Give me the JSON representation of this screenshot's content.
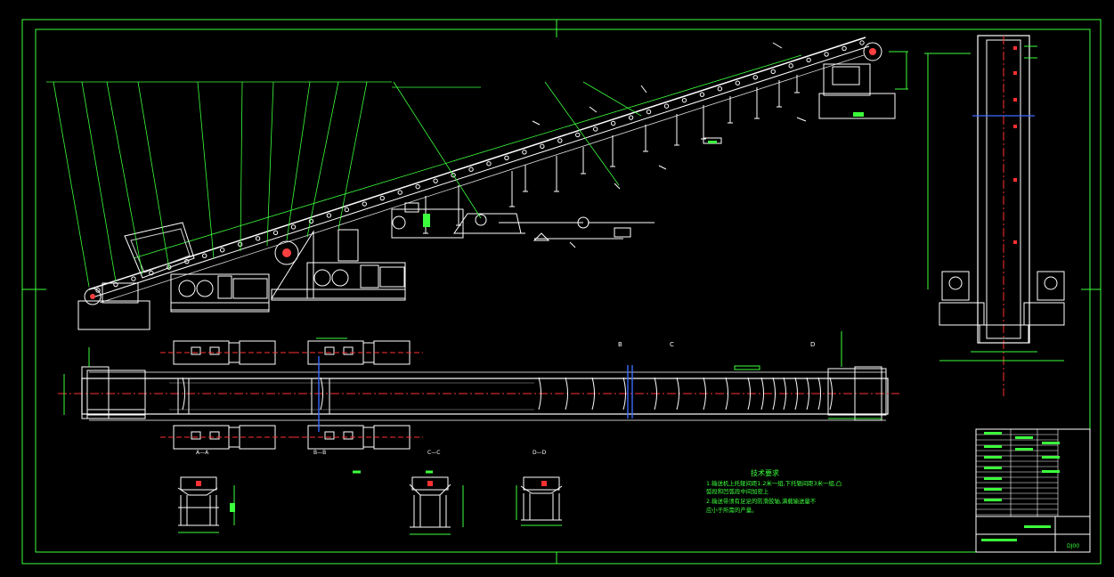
{
  "drawing": {
    "code": "DJ00",
    "section_labels": {
      "aa": "A—A",
      "bb": "B—B",
      "cc": "C—C",
      "dd": "D—D"
    },
    "view_letters": [
      "B",
      "C",
      "D"
    ],
    "tech_requirements": {
      "title": "技术要求",
      "line1": "1.输送机上托辊间距1.2米一组,下托辊间距3米一组,凸",
      "line2": "弧段和凹弧段中间加密上",
      "line3": "2.输送带须有足足的防滑胶轴,满载输送量不",
      "line4": "应小于所需的产量。"
    }
  },
  "colors": {
    "background": "#000000",
    "frame": "#3cff3c",
    "geometry": "#ffffff",
    "centerline": "#ff3030",
    "dimension": "#3cff3c",
    "section": "#3a6bff"
  }
}
